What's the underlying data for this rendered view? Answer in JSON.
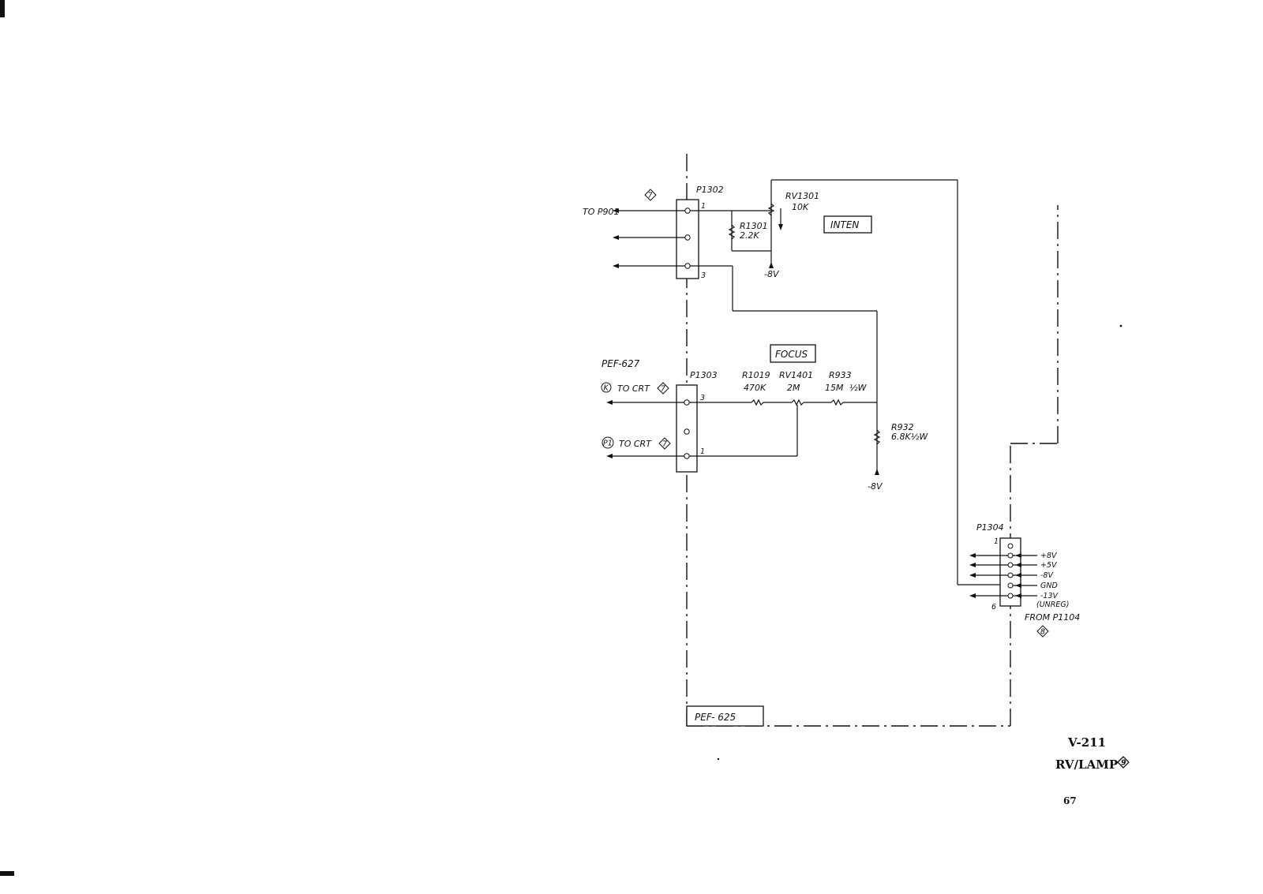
{
  "page": {
    "model": "V-211",
    "board_title": "RV/LAMP",
    "board_number": "9",
    "page_number": "67"
  },
  "connectors": {
    "p1302": {
      "name": "P1302",
      "pin_first": "1",
      "pin_last": "3",
      "to_label": "TO P901",
      "ref": "7"
    },
    "p1303": {
      "name": "P1303",
      "pin_top": "3",
      "pin_bottom": "1",
      "board": "PEF-627",
      "k_mark": "K",
      "k_label": "TO CRT",
      "k_ref": "7",
      "p1_mark": "P1",
      "p1_label": "TO CRT",
      "p1_ref": "7"
    },
    "p1304": {
      "name": "P1304",
      "pin_first": "1",
      "pin_last": "6",
      "signals": [
        "+8V",
        "+5V",
        "-8V",
        "GND",
        "-13V"
      ],
      "unreg": "(UNREG)",
      "from_label": "FROM P1104",
      "from_ref": "8"
    }
  },
  "components": {
    "rv1301": {
      "name": "RV1301",
      "value": "10K"
    },
    "r1301": {
      "name": "R1301",
      "value": "2.2K"
    },
    "r1019": {
      "name": "R1019",
      "value": "470K"
    },
    "rv1401": {
      "name": "RV1401",
      "value": "2M"
    },
    "r933": {
      "name": "R933",
      "value": "15M",
      "rating": "½W"
    },
    "r932": {
      "name": "R932",
      "value": "6.8K½W"
    }
  },
  "controls": {
    "inten": "INTEN",
    "focus": "FOCUS"
  },
  "supplies": {
    "minus8_a": "-8V",
    "minus8_b": "-8V"
  },
  "boards": {
    "pef625": "PEF- 625"
  }
}
